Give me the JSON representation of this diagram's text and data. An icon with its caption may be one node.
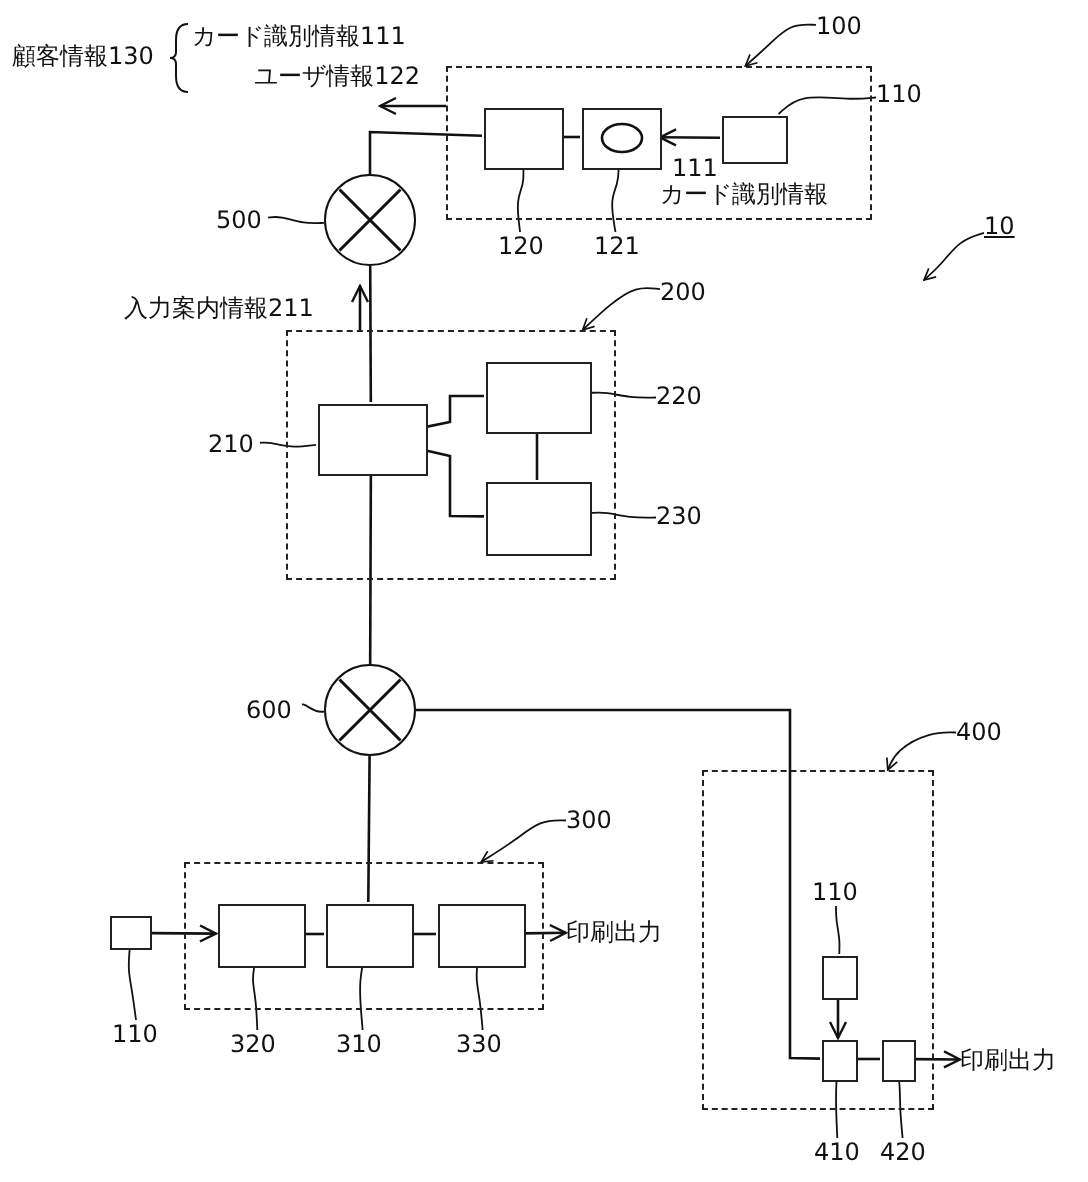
{
  "diagram": {
    "nodes": [
      {
        "text": [],
        "shape": "box"
      },
      {
        "text": [],
        "shape": "box",
        "in": 0
      },
      {
        "text": [],
        "shape": "box",
        "in": 0
      },
      {
        "text": [],
        "shape": "box",
        "in": 0
      },
      {
        "text": [],
        "shape": "circle"
      },
      {
        "text": [],
        "shape": "box"
      },
      {
        "text": [],
        "shape": "box",
        "in": 5
      },
      {
        "text": [],
        "shape": "box",
        "in": 5
      },
      {
        "text": [],
        "shape": "box",
        "in": 5
      },
      {
        "text": [],
        "shape": "circle"
      },
      {
        "text": [],
        "shape": "box"
      },
      {
        "text": [],
        "shape": "box"
      },
      {
        "text": [],
        "shape": "box",
        "in": 10
      },
      {
        "text": [],
        "shape": "box",
        "in": 10
      },
      {
        "text": [],
        "shape": "box",
        "in": 10
      },
      {
        "text": [
          "印刷出力"
        ]
      },
      {
        "text": [],
        "shape": "box"
      },
      {
        "text": [],
        "shape": "box",
        "in": 16
      },
      {
        "text": [],
        "shape": "box",
        "in": 16
      },
      {
        "text": [],
        "shape": "box",
        "in": 16
      },
      {
        "text": [
          "印刷出力"
        ]
      },
      {
        "text": [
          "100"
        ]
      },
      {
        "text": [
          "110"
        ]
      },
      {
        "text": [
          "120"
        ]
      },
      {
        "text": [
          "121"
        ]
      },
      {
        "text": [
          "500"
        ]
      },
      {
        "text": [
          "10"
        ]
      },
      {
        "text": [
          "200"
        ]
      },
      {
        "text": [
          "210"
        ]
      },
      {
        "text": [
          "220"
        ]
      },
      {
        "text": [
          "230"
        ]
      },
      {
        "text": [
          "600"
        ]
      },
      {
        "text": [
          "300"
        ]
      },
      {
        "text": [
          "110"
        ]
      },
      {
        "text": [
          "320"
        ]
      },
      {
        "text": [
          "310"
        ]
      },
      {
        "text": [
          "330"
        ]
      },
      {
        "text": [
          "400"
        ]
      },
      {
        "text": [
          "110"
        ],
        "in": 16
      },
      {
        "text": [
          "410"
        ]
      },
      {
        "text": [
          "420"
        ]
      },
      {
        "text": [
          "ユーザ情報122"
        ]
      }
    ],
    "edges": [
      {
        "from": 3,
        "to": 2,
        "arrow": "to"
      },
      {
        "from": 2,
        "to": 1,
        "arrow": "none"
      },
      {
        "from": 1,
        "to": 4,
        "arrow": "none"
      },
      {
        "from": 0,
        "to": 41,
        "arrow": "to"
      },
      {
        "from": 4,
        "to": 6,
        "arrow": "none"
      },
      {
        "from": 5,
        "to": 4,
        "arrow": "to"
      },
      {
        "from": 6,
        "to": 7,
        "arrow": "none"
      },
      {
        "from": 6,
        "to": 8,
        "arrow": "none"
      },
      {
        "from": 7,
        "to": 8,
        "arrow": "none"
      },
      {
        "from": 6,
        "to": 9,
        "arrow": "none"
      },
      {
        "from": 9,
        "to": 13,
        "arrow": "none"
      },
      {
        "from": 9,
        "to": 18,
        "arrow": "none"
      },
      {
        "from": 11,
        "to": 12,
        "arrow": "to"
      },
      {
        "from": 12,
        "to": 13,
        "arrow": "none"
      },
      {
        "from": 13,
        "to": 14,
        "arrow": "none"
      },
      {
        "from": 14,
        "to": 15,
        "arrow": "to"
      },
      {
        "from": 17,
        "to": 18,
        "arrow": "to"
      },
      {
        "from": 18,
        "to": 19,
        "arrow": "none"
      },
      {
        "from": 19,
        "to": 20,
        "arrow": "to"
      },
      {
        "from": 21,
        "to": 0,
        "arrow": "to"
      },
      {
        "from": 22,
        "to": 3,
        "arrow": "none"
      },
      {
        "from": 23,
        "to": 1,
        "arrow": "none"
      },
      {
        "from": 24,
        "to": 2,
        "arrow": "none"
      },
      {
        "from": 25,
        "to": 4,
        "arrow": "none"
      },
      {
        "from": 26,
        "to": null,
        "arrow": "to"
      },
      {
        "from": 27,
        "to": 5,
        "arrow": "to"
      },
      {
        "from": 28,
        "to": 6,
        "arrow": "none"
      },
      {
        "from": 29,
        "to": 7,
        "arrow": "none"
      },
      {
        "from": 30,
        "to": 8,
        "arrow": "none"
      },
      {
        "from": 31,
        "to": 9,
        "arrow": "none"
      },
      {
        "from": 32,
        "to": 10,
        "arrow": "to"
      },
      {
        "from": 33,
        "to": 11,
        "arrow": "none"
      },
      {
        "from": 34,
        "to": 12,
        "arrow": "none"
      },
      {
        "from": 35,
        "to": 13,
        "arrow": "none"
      },
      {
        "from": 36,
        "to": 14,
        "arrow": "none"
      },
      {
        "from": 37,
        "to": 16,
        "arrow": "to"
      },
      {
        "from": 38,
        "to": 17,
        "arrow": "none"
      },
      {
        "from": 39,
        "to": 18,
        "arrow": "none"
      },
      {
        "from": 40,
        "to": 19,
        "arrow": "none"
      }
    ],
    "labels": [
      "顧客情報130",
      "カード識別情報111",
      "111",
      "カード識別情報",
      "入力案内情報211"
    ]
  }
}
